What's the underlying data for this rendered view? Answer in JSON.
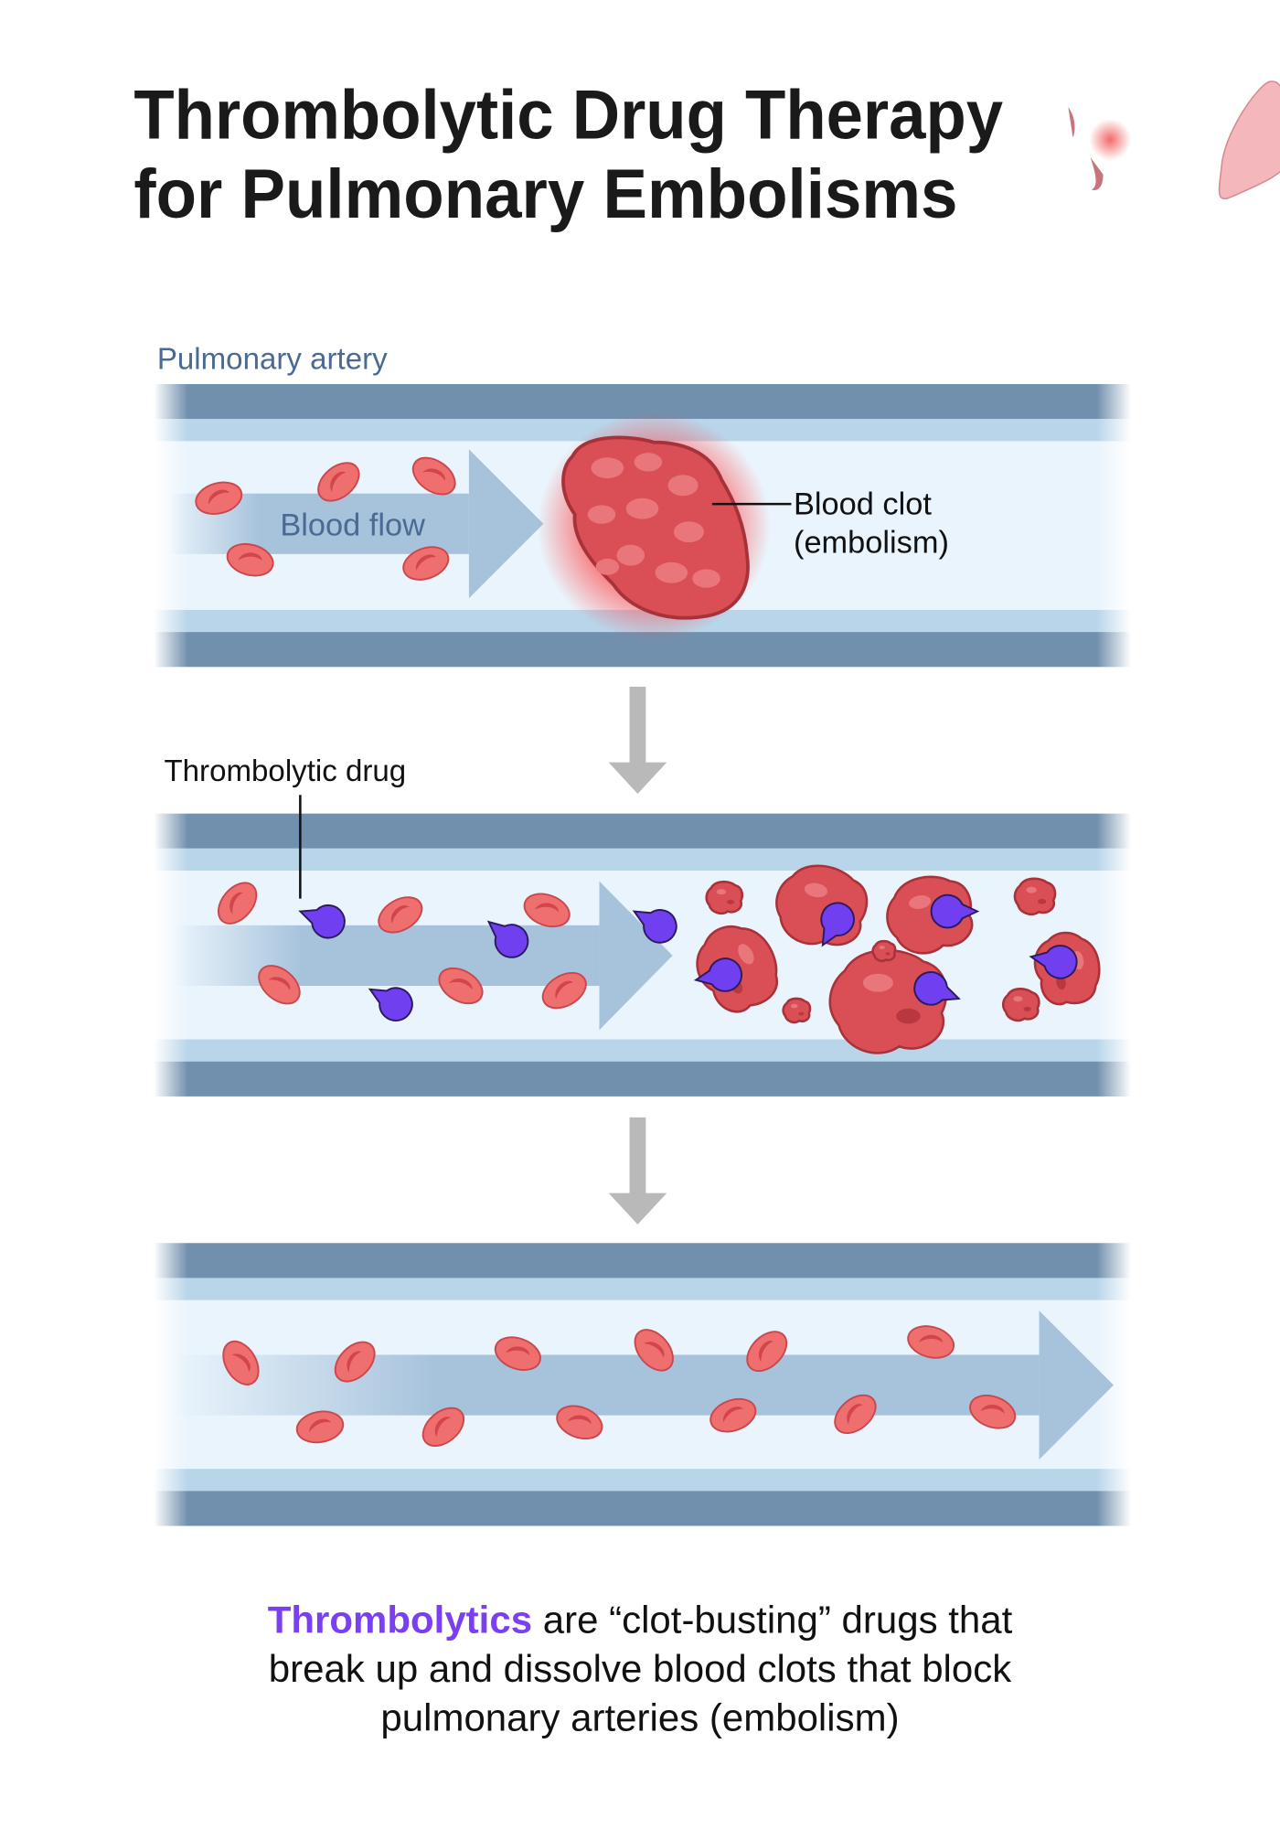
{
  "title": {
    "line1": "Thrombolytic Drug Therapy",
    "line2": "for Pulmonary Embolisms"
  },
  "labels": {
    "artery": "Pulmonary artery",
    "blood_flow": "Blood flow",
    "clot_line1": "Blood clot",
    "clot_line2": "(embolism)",
    "drug": "Thrombolytic drug"
  },
  "caption": {
    "highlight": "Thrombolytics",
    "line1_rest": " are “clot-busting” drugs that",
    "line2": "break up and dissolve blood clots that block",
    "line3": "pulmonary arteries (embolism)"
  },
  "colors": {
    "vessel_wall": "#7190ae",
    "vessel_inner": "#b9d5ea",
    "lumen": "#eaf4fc",
    "flow_arrow": "#a7c3dc",
    "rbc": "#ef6f6f",
    "clot": "#d94f55",
    "drug": "#6f3ff0",
    "highlight": "#7b3ff2"
  }
}
